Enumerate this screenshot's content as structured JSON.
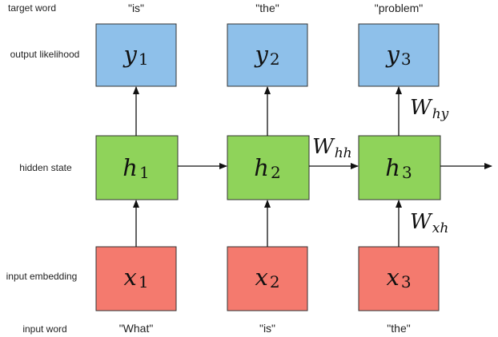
{
  "row_labels": {
    "target": "target word",
    "output": "output likelihood",
    "hidden": "hidden state",
    "embedding": "input embedding",
    "input": "input word"
  },
  "columns": [
    {
      "target_word": "\"is\"",
      "output_base": "y",
      "output_sub": "1",
      "hidden_base": "h",
      "hidden_sub": "1",
      "input_base": "x",
      "input_sub": "1",
      "input_word": "\"What\""
    },
    {
      "target_word": "\"the\"",
      "output_base": "y",
      "output_sub": "2",
      "hidden_base": "h",
      "hidden_sub": "2",
      "input_base": "x",
      "input_sub": "2",
      "input_word": "\"is\""
    },
    {
      "target_word": "\"problem\"",
      "output_base": "y",
      "output_sub": "3",
      "hidden_base": "h",
      "hidden_sub": "3",
      "input_base": "x",
      "input_sub": "3",
      "input_word": "\"the\""
    }
  ],
  "weights": {
    "hh_base": "W",
    "hh_sub": "hh",
    "hy_base": "W",
    "hy_sub": "hy",
    "xh_base": "W",
    "xh_sub": "xh"
  },
  "colors": {
    "output_fill": "#8ec0ea",
    "hidden_fill": "#8fd35a",
    "input_fill": "#f47a6e",
    "stroke": "#333333"
  }
}
